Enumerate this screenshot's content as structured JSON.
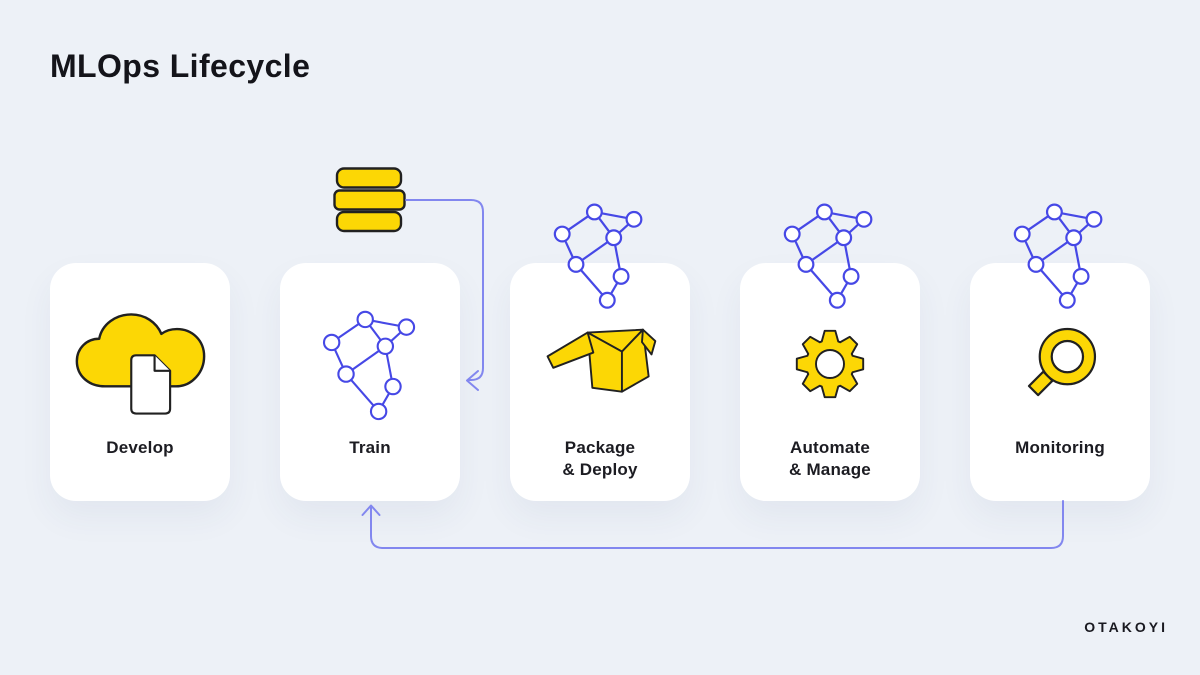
{
  "header": {
    "title": "MLOps Lifecycle"
  },
  "cards": [
    {
      "id": "develop",
      "label_lines": [
        "Develop"
      ],
      "icon": "cloud-document-icon"
    },
    {
      "id": "train",
      "label_lines": [
        "Train"
      ],
      "icon": "network-graph-icon",
      "attached_icon": "database-icon"
    },
    {
      "id": "package-deploy",
      "label_lines": [
        "Package",
        "& Deploy"
      ],
      "icon": "open-box-icon",
      "attached_icon": "network-graph-icon"
    },
    {
      "id": "automate-manage",
      "label_lines": [
        "Automate",
        "& Manage"
      ],
      "icon": "gear-icon",
      "attached_icon": "network-graph-icon"
    },
    {
      "id": "monitoring",
      "label_lines": [
        "Monitoring"
      ],
      "icon": "magnifier-icon",
      "attached_icon": "network-graph-icon"
    }
  ],
  "flows": [
    {
      "from": "database-icon",
      "to": "train-card"
    },
    {
      "from": "monitoring-card",
      "to": "train-card"
    }
  ],
  "footer": {
    "brand": "OTAKOYI"
  },
  "colors": {
    "background": "#EDF1F7",
    "card": "#FFFFFF",
    "accent_yellow": "#FCD705",
    "outline_dark": "#212121",
    "graph_blue": "#4648E6",
    "arrow_blue": "#8287EF",
    "text_dark": "#16161C"
  }
}
